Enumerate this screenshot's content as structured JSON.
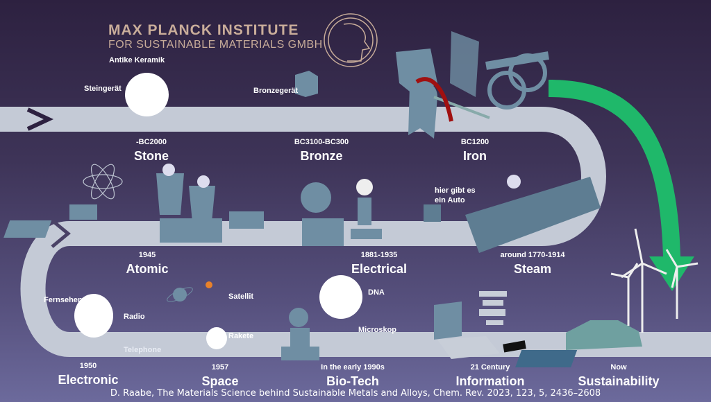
{
  "header": {
    "title": "MAX PLANCK INSTITUTE",
    "subtitle": "FOR SUSTAINABLE MATERIALS GMBH"
  },
  "eras": [
    {
      "year": "-BC2000",
      "name": "Stone"
    },
    {
      "year": "BC3100-BC300",
      "name": "Bronze"
    },
    {
      "year": "BC1200",
      "name": "Iron"
    },
    {
      "year": "1945",
      "name": "Atomic"
    },
    {
      "year": "1881-1935",
      "name": "Electrical"
    },
    {
      "year": "around 1770-1914",
      "name": "Steam"
    },
    {
      "year": "1950",
      "name": "Electronic"
    },
    {
      "year": "1957",
      "name": "Space"
    },
    {
      "year": "In the early 1990s",
      "name": "Bio-Tech"
    },
    {
      "year": "21 Century",
      "name": "Information"
    },
    {
      "year": "Now",
      "name": "Sustainability"
    }
  ],
  "labels": {
    "antike_keramik": "Antike Keramik",
    "steingeraet": "Steingerät",
    "bronzegeraet": "Bronzegerät",
    "auto": "hier gibt es ein Auto",
    "fernsehen": "Fernsehen",
    "radio": "Radio",
    "telephone": "Telephone",
    "satellit": "Satellit",
    "rakete": "Rakete",
    "dna": "DNA",
    "mikroskop": "Microskop"
  },
  "citation": "D. Raabe, The Materials Science behind Sustainable Metals and Alloys, Chem. Rev. 2023, 123, 5, 2436–2608",
  "colors": {
    "road": "#c4cad6",
    "arrow": "#1fb86a",
    "title": "#c9ad9a",
    "icon": "#6f8ea3"
  }
}
